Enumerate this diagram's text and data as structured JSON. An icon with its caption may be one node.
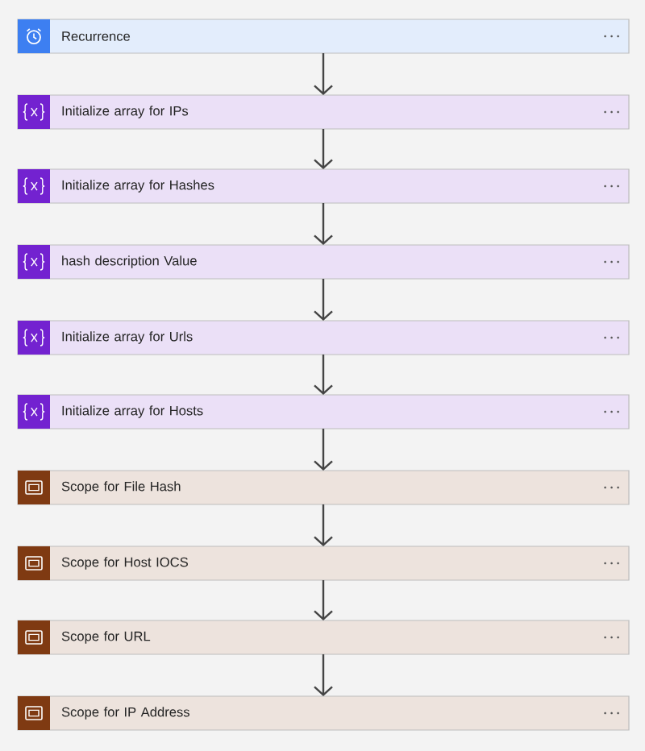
{
  "diagram": {
    "nodes": [
      {
        "text": [
          "Recurrence"
        ]
      },
      {
        "text": [
          "Initialize array for IPs"
        ]
      },
      {
        "text": [
          "Initialize array for Hashes"
        ]
      },
      {
        "text": [
          "hash description Value"
        ]
      },
      {
        "text": [
          "Initialize array for Urls"
        ]
      },
      {
        "text": [
          "Initialize array for Hosts"
        ]
      },
      {
        "text": [
          "Scope for File Hash"
        ]
      },
      {
        "text": [
          "Scope for Host IOCS"
        ]
      },
      {
        "text": [
          "Scope for URL"
        ]
      },
      {
        "text": [
          "Scope for IP Address"
        ]
      }
    ],
    "edges": [
      {
        "from": 0,
        "to": 1,
        "arrow": "to"
      },
      {
        "from": 1,
        "to": 2,
        "arrow": "to"
      },
      {
        "from": 2,
        "to": 3,
        "arrow": "to"
      },
      {
        "from": 3,
        "to": 4,
        "arrow": "to"
      },
      {
        "from": 4,
        "to": 5,
        "arrow": "to"
      },
      {
        "from": 5,
        "to": 6,
        "arrow": "to"
      },
      {
        "from": 6,
        "to": 7,
        "arrow": "to"
      },
      {
        "from": 7,
        "to": 8,
        "arrow": "to"
      },
      {
        "from": 8,
        "to": 9,
        "arrow": "to"
      }
    ]
  }
}
